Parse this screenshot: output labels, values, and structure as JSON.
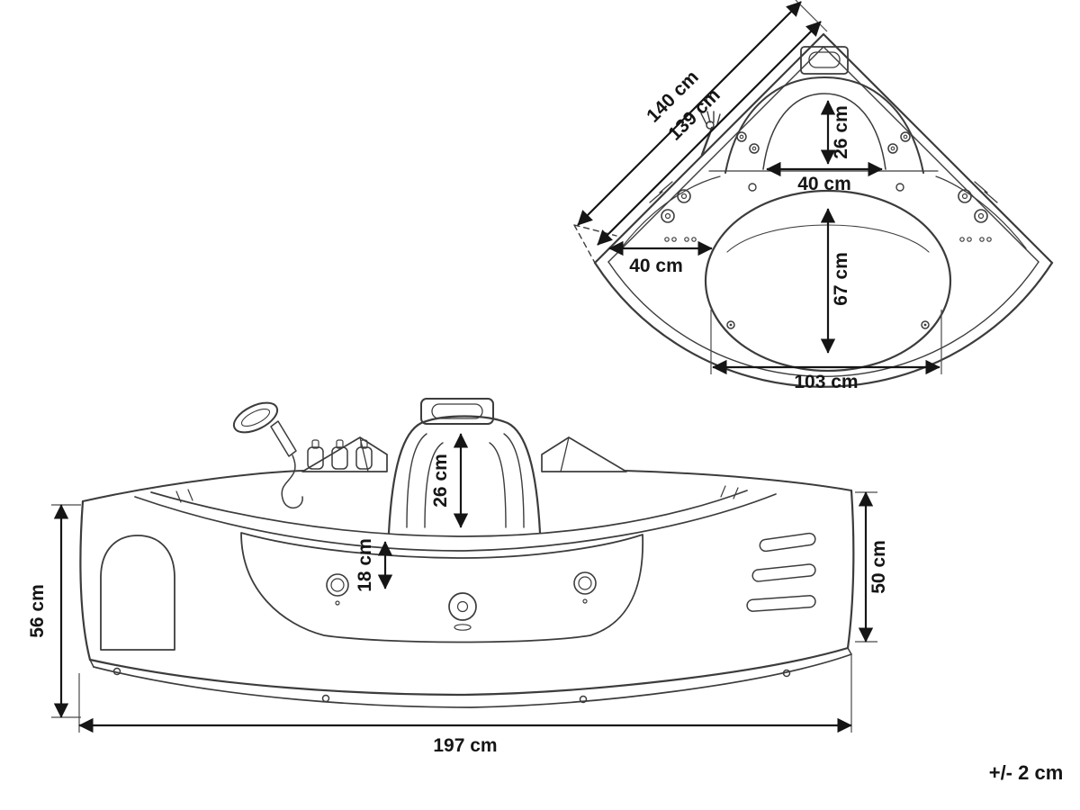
{
  "drawing": {
    "subject": "corner whirlpool bathtub technical drawing",
    "tolerance": "+/- 2 cm",
    "top_view": {
      "dim_edge_outer": "140 cm",
      "dim_edge_inner": "139 cm",
      "dim_headrest_depth": "26 cm",
      "dim_headrest_width": "40 cm",
      "dim_corner_offset": "40 cm",
      "dim_basin_depth": "67 cm",
      "dim_basin_width": "103 cm"
    },
    "front_view": {
      "dim_headrest_height": "26 cm",
      "dim_recess_height": "18 cm",
      "dim_height_left": "56 cm",
      "dim_height_right": "50 cm",
      "dim_total_width": "197 cm"
    }
  }
}
